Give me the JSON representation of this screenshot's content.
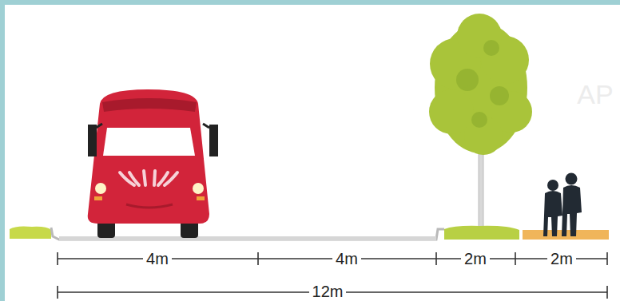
{
  "diagram": {
    "labels": [
      "4m",
      "4m",
      "2m",
      "2m",
      "12m",
      "AP"
    ]
  }
}
